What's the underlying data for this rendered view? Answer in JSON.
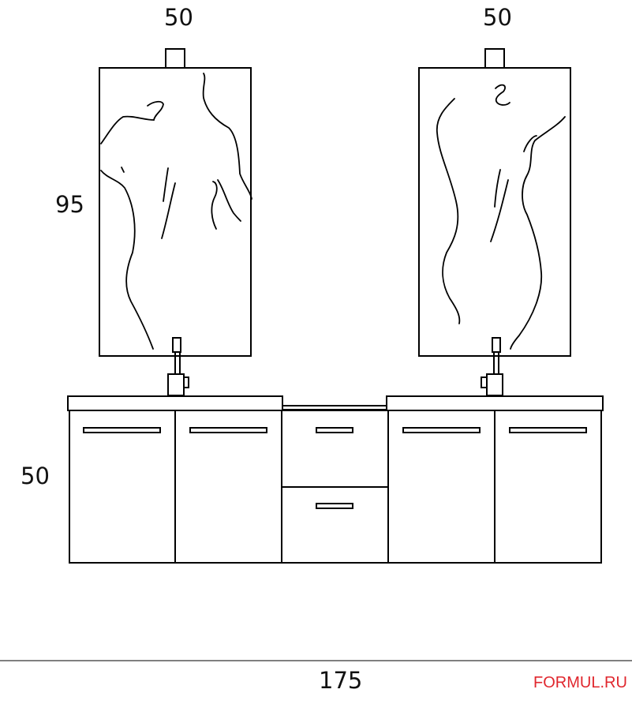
{
  "dimensions": {
    "left_mirror_width": "50",
    "right_mirror_width": "50",
    "mirror_height": "95",
    "cabinet_height": "50",
    "total_width": "175"
  },
  "brand": {
    "text": "FORMUL.RU",
    "color": "#e0272e"
  },
  "drawing": {
    "line_color": "#000000",
    "mirrors": 2,
    "lamps": 2,
    "faucets": 2,
    "doors": 4,
    "drawers": 2
  }
}
